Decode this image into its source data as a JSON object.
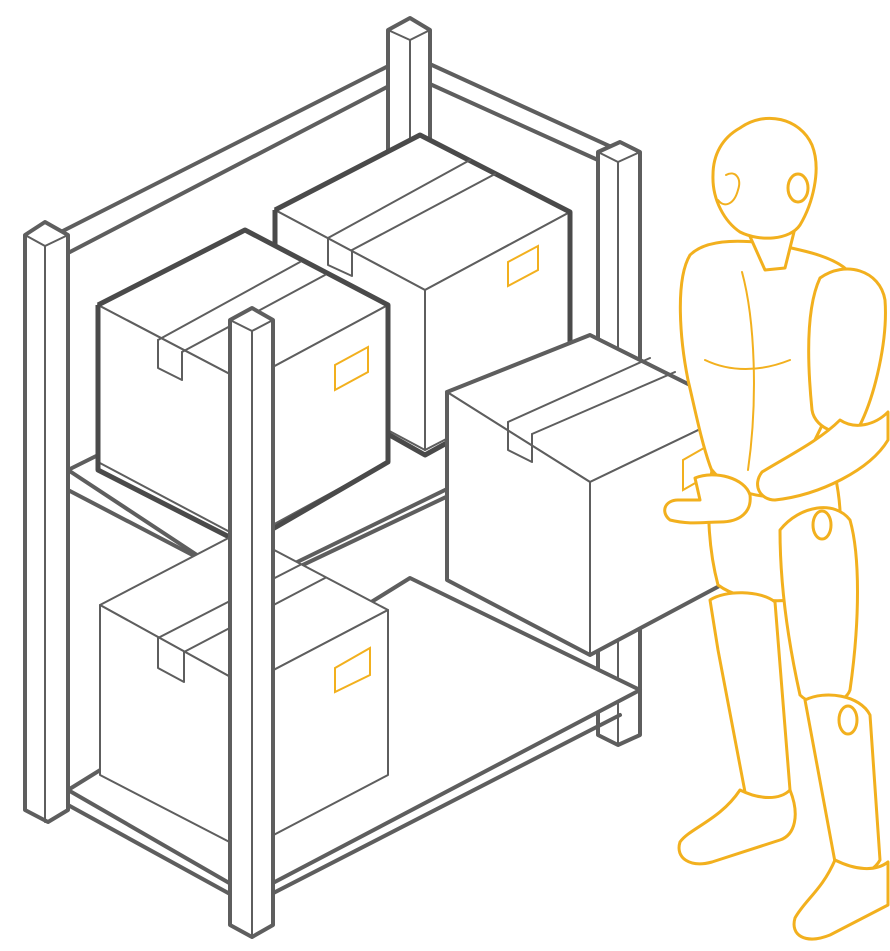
{
  "colors": {
    "rack_stroke": "#5e5e5e",
    "robot_accent": "#f2b01e",
    "background": "#ffffff"
  },
  "scene": {
    "subject": "illustration",
    "elements": [
      "shelving-rack",
      "cardboard-box-top-left",
      "cardboard-box-top-back",
      "cardboard-box-bottom-left",
      "cardboard-box-held",
      "humanoid-robot"
    ]
  }
}
